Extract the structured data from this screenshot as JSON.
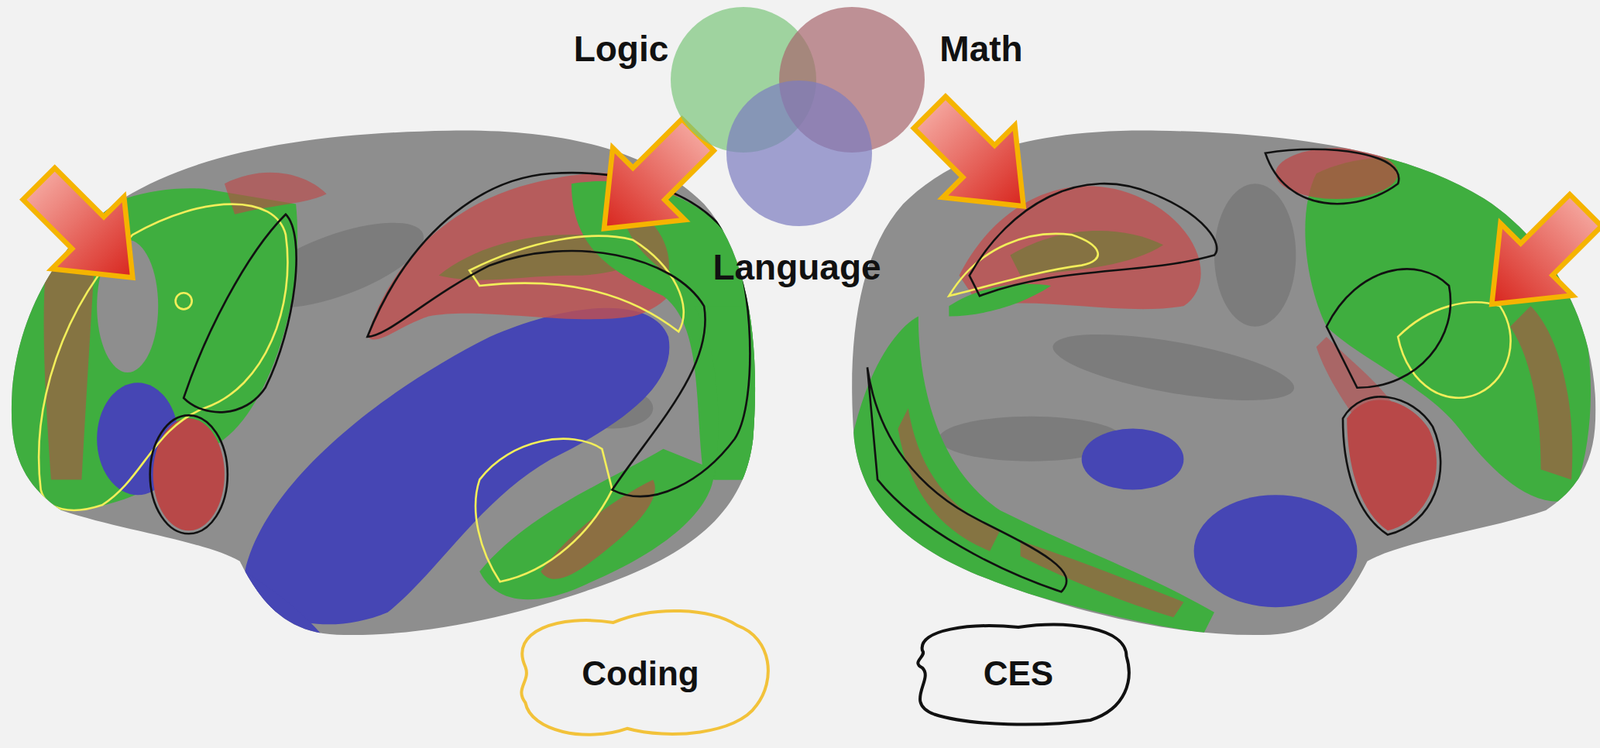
{
  "diagram": {
    "nodes": [
      {
        "text": [
          "Coding"
        ]
      },
      {
        "text": [
          "CES"
        ]
      }
    ],
    "legend": [
      {
        "text": "Logic",
        "color": "#7cc67c"
      },
      {
        "text": "Math",
        "color": "#a8666e"
      },
      {
        "text": "Language",
        "color": "#7c7cc0"
      }
    ]
  }
}
